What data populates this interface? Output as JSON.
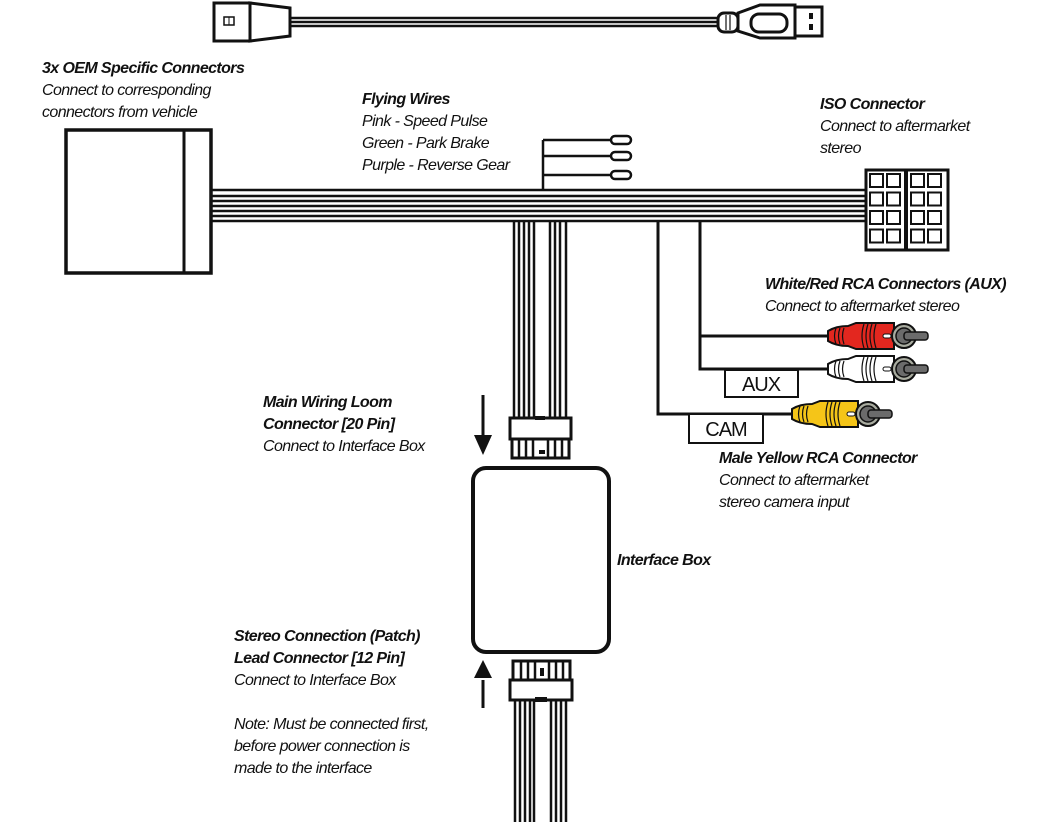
{
  "title": "Interface wiring diagram",
  "colors": {
    "line": "#111111",
    "rca_red": "#e3271f",
    "rca_white": "#ffffff",
    "rca_yellow": "#f5c518",
    "rca_tip_ring": "#a9aca0",
    "rca_pin": "#6b6b6b"
  },
  "components": {
    "oem": {
      "title": "3x OEM Specific Connectors",
      "desc": [
        "Connect to corresponding",
        "connectors from vehicle"
      ]
    },
    "flying_wires": {
      "title": "Flying Wires",
      "items": [
        "Pink - Speed Pulse",
        "Green - Park Brake",
        "Purple - Reverse Gear"
      ]
    },
    "iso": {
      "title": "ISO Connector",
      "desc": [
        "Connect to aftermarket",
        "stereo"
      ]
    },
    "rca_aux": {
      "title": "White/Red  RCA Connectors (AUX)",
      "desc": [
        "Connect to aftermarket stereo"
      ],
      "tag": "AUX"
    },
    "rca_cam": {
      "title": "Male  Yellow RCA Connector",
      "desc": [
        "Connect to aftermarket",
        "stereo camera input"
      ],
      "tag": "CAM"
    },
    "main_loom": {
      "title": [
        "Main Wiring Loom",
        "Connector [20 Pin]"
      ],
      "desc": [
        "Connect to Interface Box"
      ]
    },
    "interface_box": {
      "title": "Interface Box"
    },
    "patch_lead": {
      "title": [
        "Stereo Connection (Patch)",
        "Lead Connector [12 Pin]"
      ],
      "desc": [
        "Connect to Interface Box"
      ]
    },
    "note": {
      "lines": [
        "Note: Must be connected first,",
        "before power connection is",
        "made to the interface"
      ]
    },
    "usb": {
      "icon": "usb-plug-icon"
    }
  }
}
